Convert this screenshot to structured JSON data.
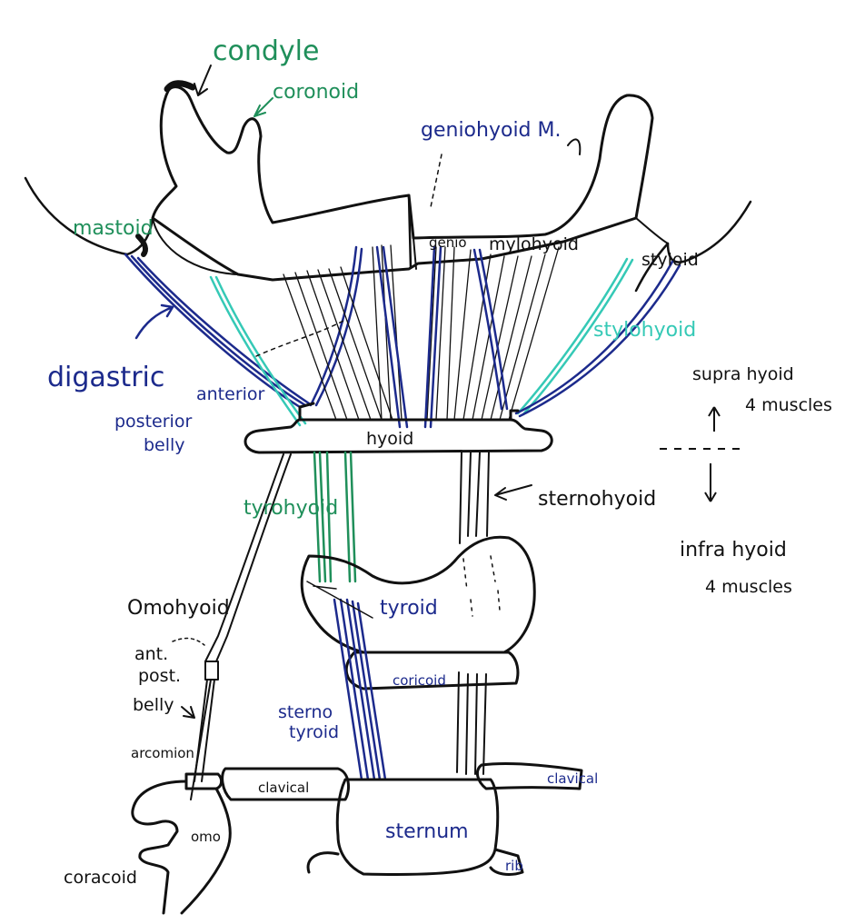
{
  "colors": {
    "ink": "#111111",
    "navy": "#1c2a8c",
    "green": "#1f8f5a",
    "cyan": "#35c9b6",
    "background": "#ffffff"
  },
  "labels": {
    "condyle": "condyle",
    "coronoid": "coronoid",
    "geniohyoid_m": "geniohyoid M.",
    "mastoid": "mastoid",
    "genio": "genio",
    "mylohyoid": "mylohyoid",
    "styloid": "styloid",
    "stylohyoid": "stylohyoid",
    "digastric": "digastric",
    "anterior": "anterior",
    "posterior": "posterior",
    "belly": "belly",
    "hyoid": "hyoid",
    "supra_hyoid": "supra hyoid",
    "supra_count": "4 muscles",
    "tyrohyoid": "tyrohyoid",
    "sternohyoid": "sternohyoid",
    "infra_hyoid": "infra hyoid",
    "infra_count": "4 muscles",
    "omohyoid": "Omohyoid",
    "tyroid": "tyroid",
    "ant": "ant.",
    "post": "post.",
    "belly2": "belly",
    "coricoid": "coricoid",
    "sterno": "sterno",
    "tyroid2": "tyroid",
    "arcomion": "arcomion",
    "clavical_left": "clavical",
    "clavical_right": "clavical",
    "omo": "omo",
    "sternum": "sternum",
    "rib": "rib",
    "coracoid": "coracoid"
  }
}
